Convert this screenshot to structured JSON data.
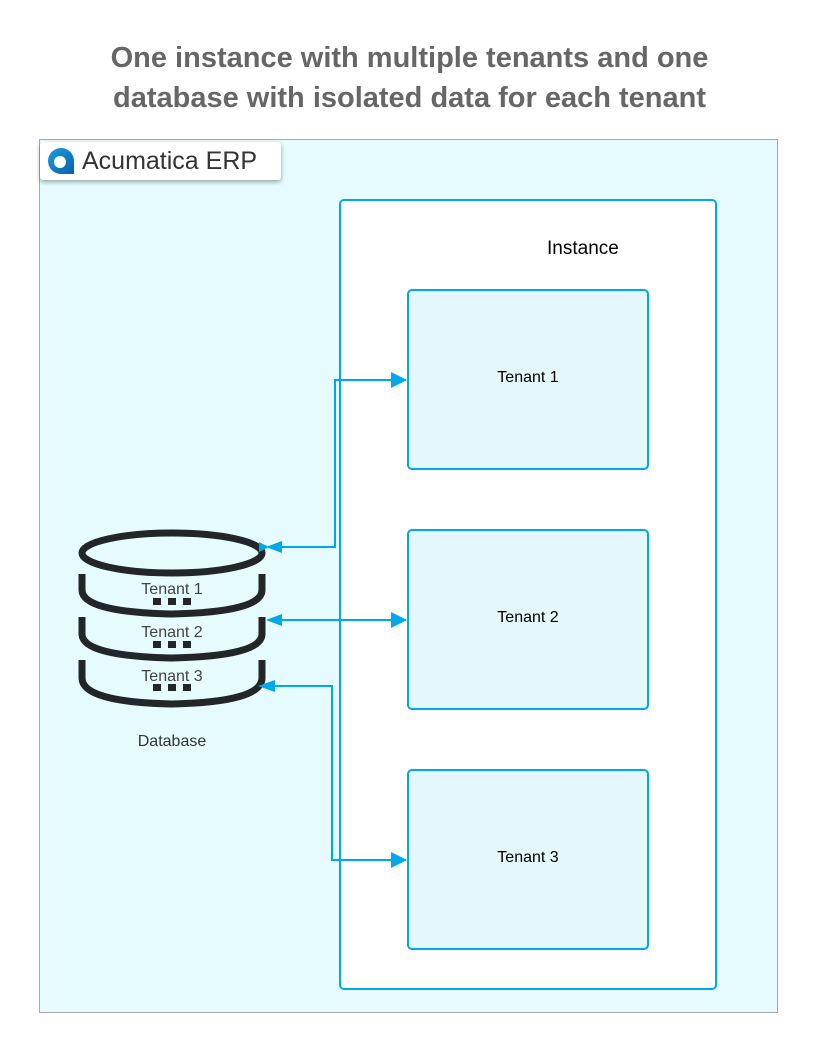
{
  "title": {
    "line1": "One instance with multiple tenants and one",
    "line2": "database with isolated data for each tenant"
  },
  "container": {
    "label": "Acumatica ERP",
    "logo_icon": "acumatica-logo-icon"
  },
  "instance": {
    "label": "Instance",
    "tenants": [
      {
        "label": "Tenant 1"
      },
      {
        "label": "Tenant 2"
      },
      {
        "label": "Tenant 3"
      }
    ]
  },
  "database": {
    "label": "Database",
    "segments": [
      {
        "label": "Tenant 1"
      },
      {
        "label": "Tenant 2"
      },
      {
        "label": "Tenant 3"
      }
    ]
  },
  "colors": {
    "accent": "#00a8e8",
    "container_bg": "#e5fbfd",
    "tenant_bg": "#e3f7fc",
    "db_stroke": "#222628",
    "title": "#666666"
  }
}
